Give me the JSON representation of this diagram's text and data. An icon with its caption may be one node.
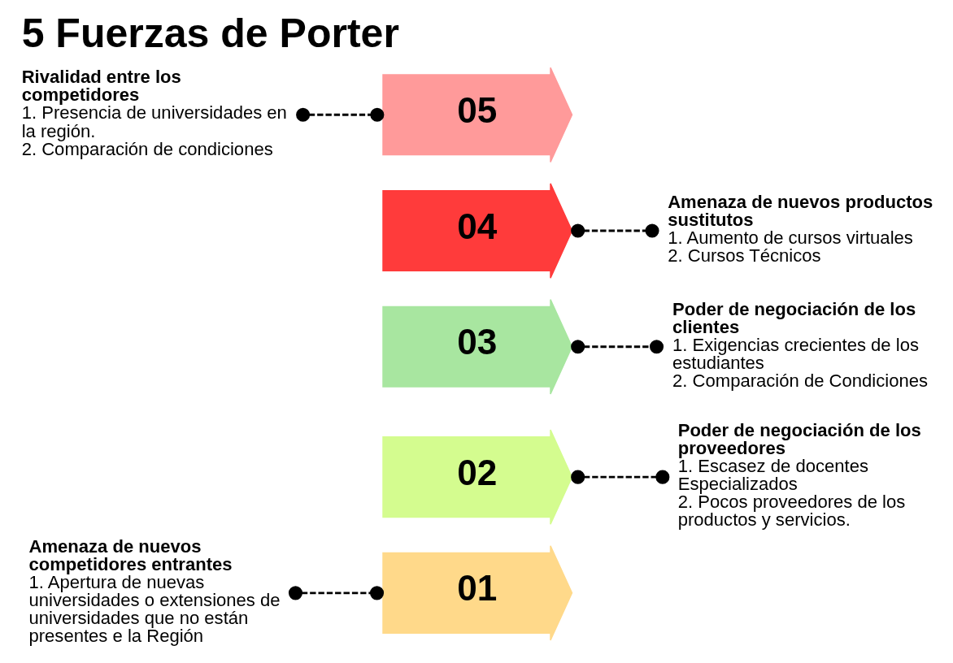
{
  "diagram": {
    "title": "5 Fuerzas de Porter",
    "nodes": [
      {
        "text": [
          "01"
        ]
      },
      {
        "text": [
          "02"
        ]
      },
      {
        "text": [
          "03"
        ]
      },
      {
        "text": [
          "04"
        ]
      },
      {
        "text": [
          "05"
        ]
      },
      {
        "text": [
          "Amenaza de nuevos competidores entrantes",
          "1. Apertura de nuevas universidades o extensiones de universidades que no están presentes e la Región"
        ]
      },
      {
        "text": [
          "Poder de negociación de los proveedores",
          "1. Escasez de docentes Especializados",
          "2. Pocos proveedores de los productos y servicios."
        ]
      },
      {
        "text": [
          "Poder de negociación de los clientes",
          "1. Exigencias crecientes de los estudiantes",
          "2. Comparación de Condiciones"
        ]
      },
      {
        "text": [
          "Amenaza de nuevos productos sustitutos",
          "1. Aumento de cursos virtuales",
          "2. Cursos Técnicos"
        ]
      },
      {
        "text": [
          "Rivalidad entre los competidores",
          "1. Presencia de universidades en la región.",
          "2. Comparación de condiciones"
        ]
      }
    ],
    "edges": [
      {
        "from": 5,
        "to": 0,
        "arrow": "other",
        "style": "dashed"
      },
      {
        "from": 1,
        "to": 6,
        "arrow": "other",
        "style": "dashed"
      },
      {
        "from": 2,
        "to": 7,
        "arrow": "other",
        "style": "dashed"
      },
      {
        "from": 3,
        "to": 8,
        "arrow": "other",
        "style": "dashed"
      },
      {
        "from": 9,
        "to": 4,
        "arrow": "other",
        "style": "dashed"
      }
    ]
  }
}
